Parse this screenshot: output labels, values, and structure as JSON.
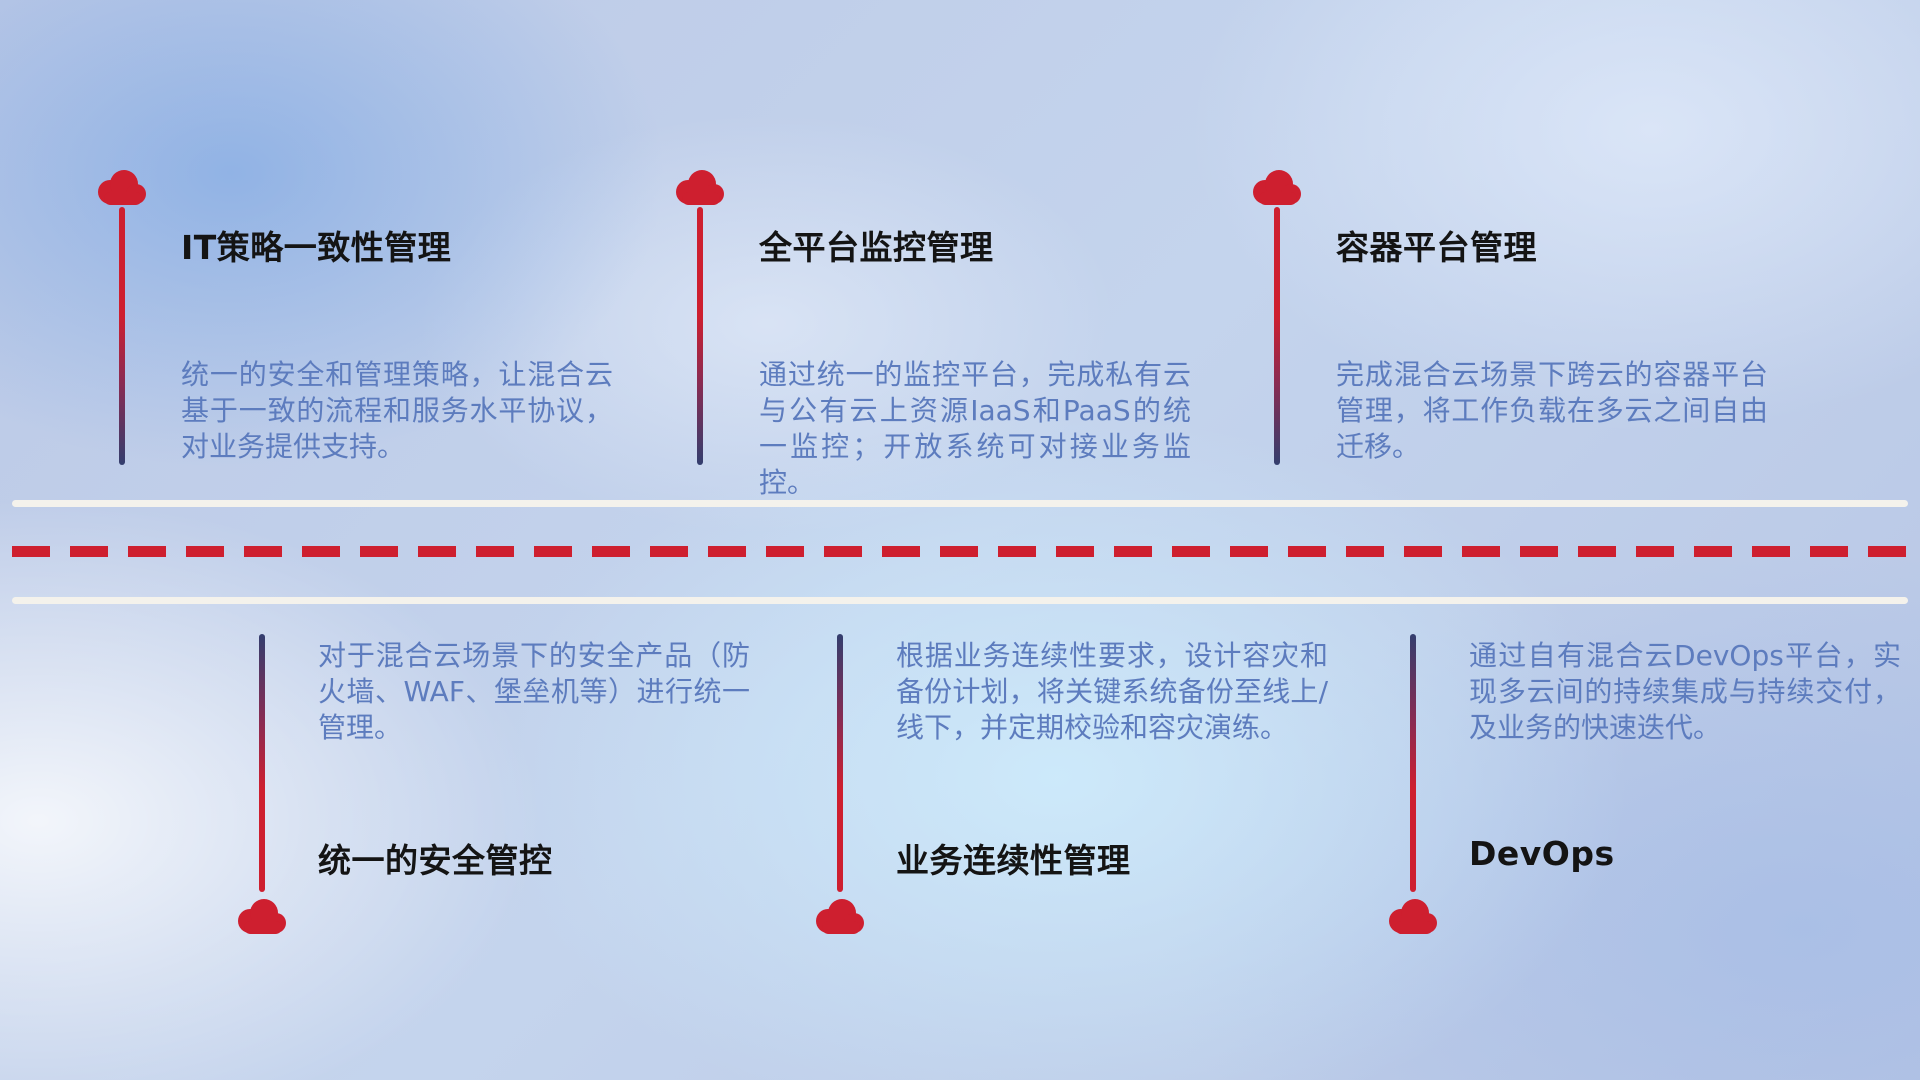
{
  "colors": {
    "accent-red": "#ce1f2f",
    "line-navy": "#333e6e",
    "desc-blue": "#5d7cbe",
    "title-black": "#141414",
    "road-white": "#f4f2ec"
  },
  "items": {
    "top": [
      {
        "title": "IT策略一致性管理",
        "desc": "统一的安全和管理策略，让混合云基于一致的流程和服务水平协议，对业务提供支持。"
      },
      {
        "title": "全平台监控管理",
        "desc": "通过统一的监控平台，完成私有云与公有云上资源IaaS和PaaS的统一监控；开放系统可对接业务监控。"
      },
      {
        "title": "容器平台管理",
        "desc": "完成混合云场景下跨云的容器平台管理，将工作负载在多云之间自由迁移。"
      }
    ],
    "bottom": [
      {
        "title": "统一的安全管控",
        "desc": "对于混合云场景下的安全产品（防火墙、WAF、堡垒机等）进行统一管理。"
      },
      {
        "title": "业务连续性管理",
        "desc": "根据业务连续性要求，设计容灾和备份计划，将关键系统备份至线上/线下，并定期校验和容灾演练。"
      },
      {
        "title": "DevOps",
        "desc": "通过自有混合云DevOps平台，实现多云间的持续集成与持续交付，及业务的快速迭代。"
      }
    ]
  }
}
